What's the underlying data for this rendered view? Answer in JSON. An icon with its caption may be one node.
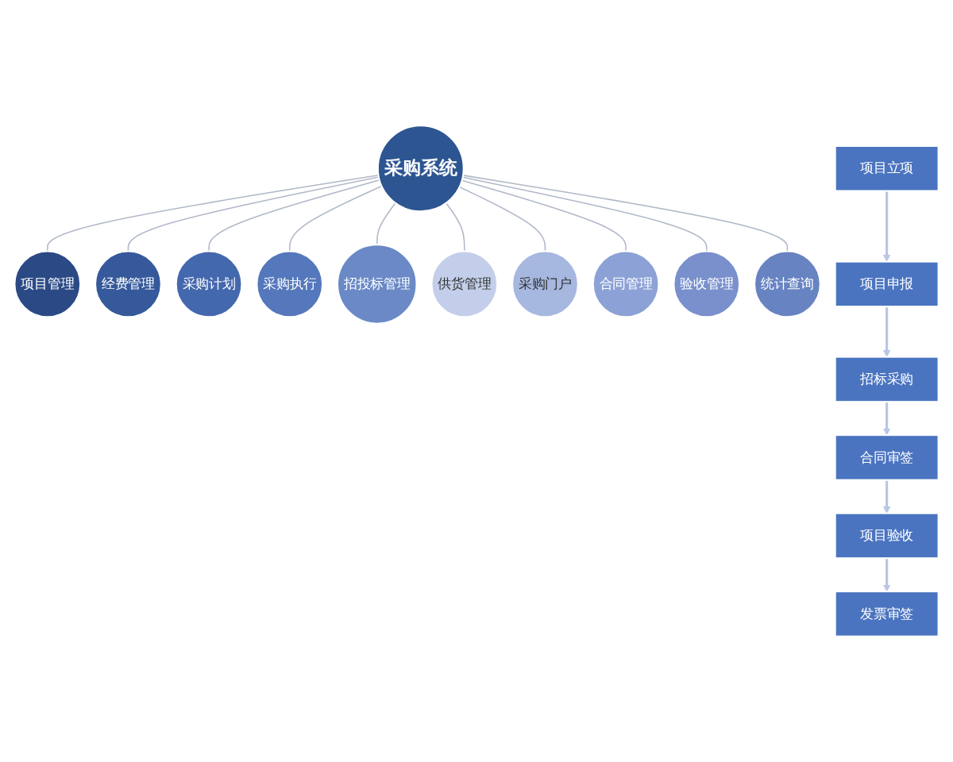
{
  "diagram": {
    "nodes": [
      {
        "text": [
          "采购系统"
        ]
      },
      {
        "text": [
          "项目管理"
        ]
      },
      {
        "text": [
          "经费管理"
        ]
      },
      {
        "text": [
          "采购计划"
        ]
      },
      {
        "text": [
          "采购执行"
        ]
      },
      {
        "text": [
          "招投标管理"
        ]
      },
      {
        "text": [
          "供货管理"
        ]
      },
      {
        "text": [
          "采购门户"
        ]
      },
      {
        "text": [
          "合同管理"
        ]
      },
      {
        "text": [
          "验收管理"
        ]
      },
      {
        "text": [
          "统计查询"
        ]
      },
      {
        "text": [
          "项目立项"
        ]
      },
      {
        "text": [
          "项目申报"
        ]
      },
      {
        "text": [
          "招标采购"
        ]
      },
      {
        "text": [
          "合同审签"
        ]
      },
      {
        "text": [
          "项目验收"
        ]
      },
      {
        "text": [
          "发票审签"
        ]
      }
    ],
    "edges": [
      {
        "from": 0,
        "to": 1,
        "arrow": "none"
      },
      {
        "from": 0,
        "to": 2,
        "arrow": "none"
      },
      {
        "from": 0,
        "to": 3,
        "arrow": "none"
      },
      {
        "from": 0,
        "to": 4,
        "arrow": "none"
      },
      {
        "from": 0,
        "to": 5,
        "arrow": "none"
      },
      {
        "from": 0,
        "to": 6,
        "arrow": "none"
      },
      {
        "from": 0,
        "to": 7,
        "arrow": "none"
      },
      {
        "from": 0,
        "to": 8,
        "arrow": "none"
      },
      {
        "from": 0,
        "to": 9,
        "arrow": "none"
      },
      {
        "from": 0,
        "to": 10,
        "arrow": "none"
      },
      {
        "from": 11,
        "to": 12,
        "arrow": "to"
      },
      {
        "from": 12,
        "to": 13,
        "arrow": "to"
      },
      {
        "from": 13,
        "to": 14,
        "arrow": "to"
      },
      {
        "from": 14,
        "to": 15,
        "arrow": "to"
      },
      {
        "from": 15,
        "to": 16,
        "arrow": "to"
      }
    ]
  }
}
